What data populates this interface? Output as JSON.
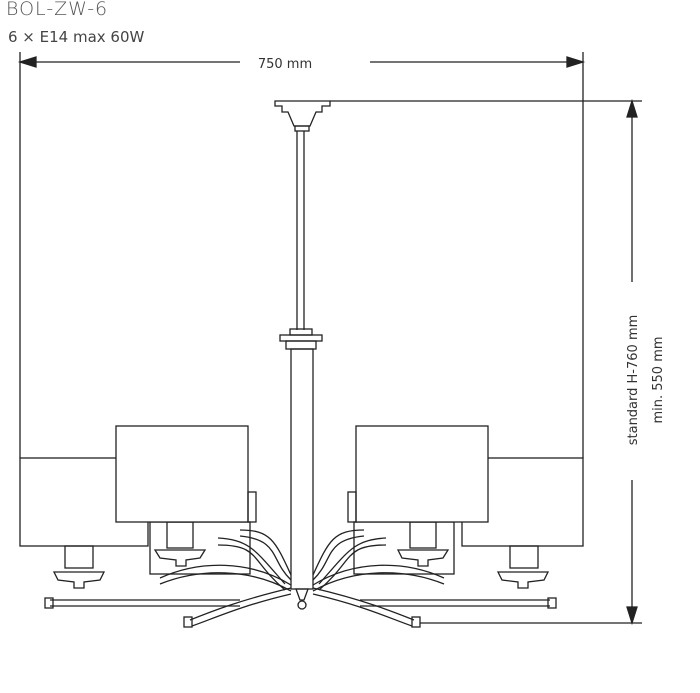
{
  "model": "BOL-ZW-6",
  "spec": "6 × E14 max 60W",
  "dimensions": {
    "width": "750 mm",
    "height_standard": "standard H-760 mm",
    "height_min": "min. 550 mm"
  }
}
